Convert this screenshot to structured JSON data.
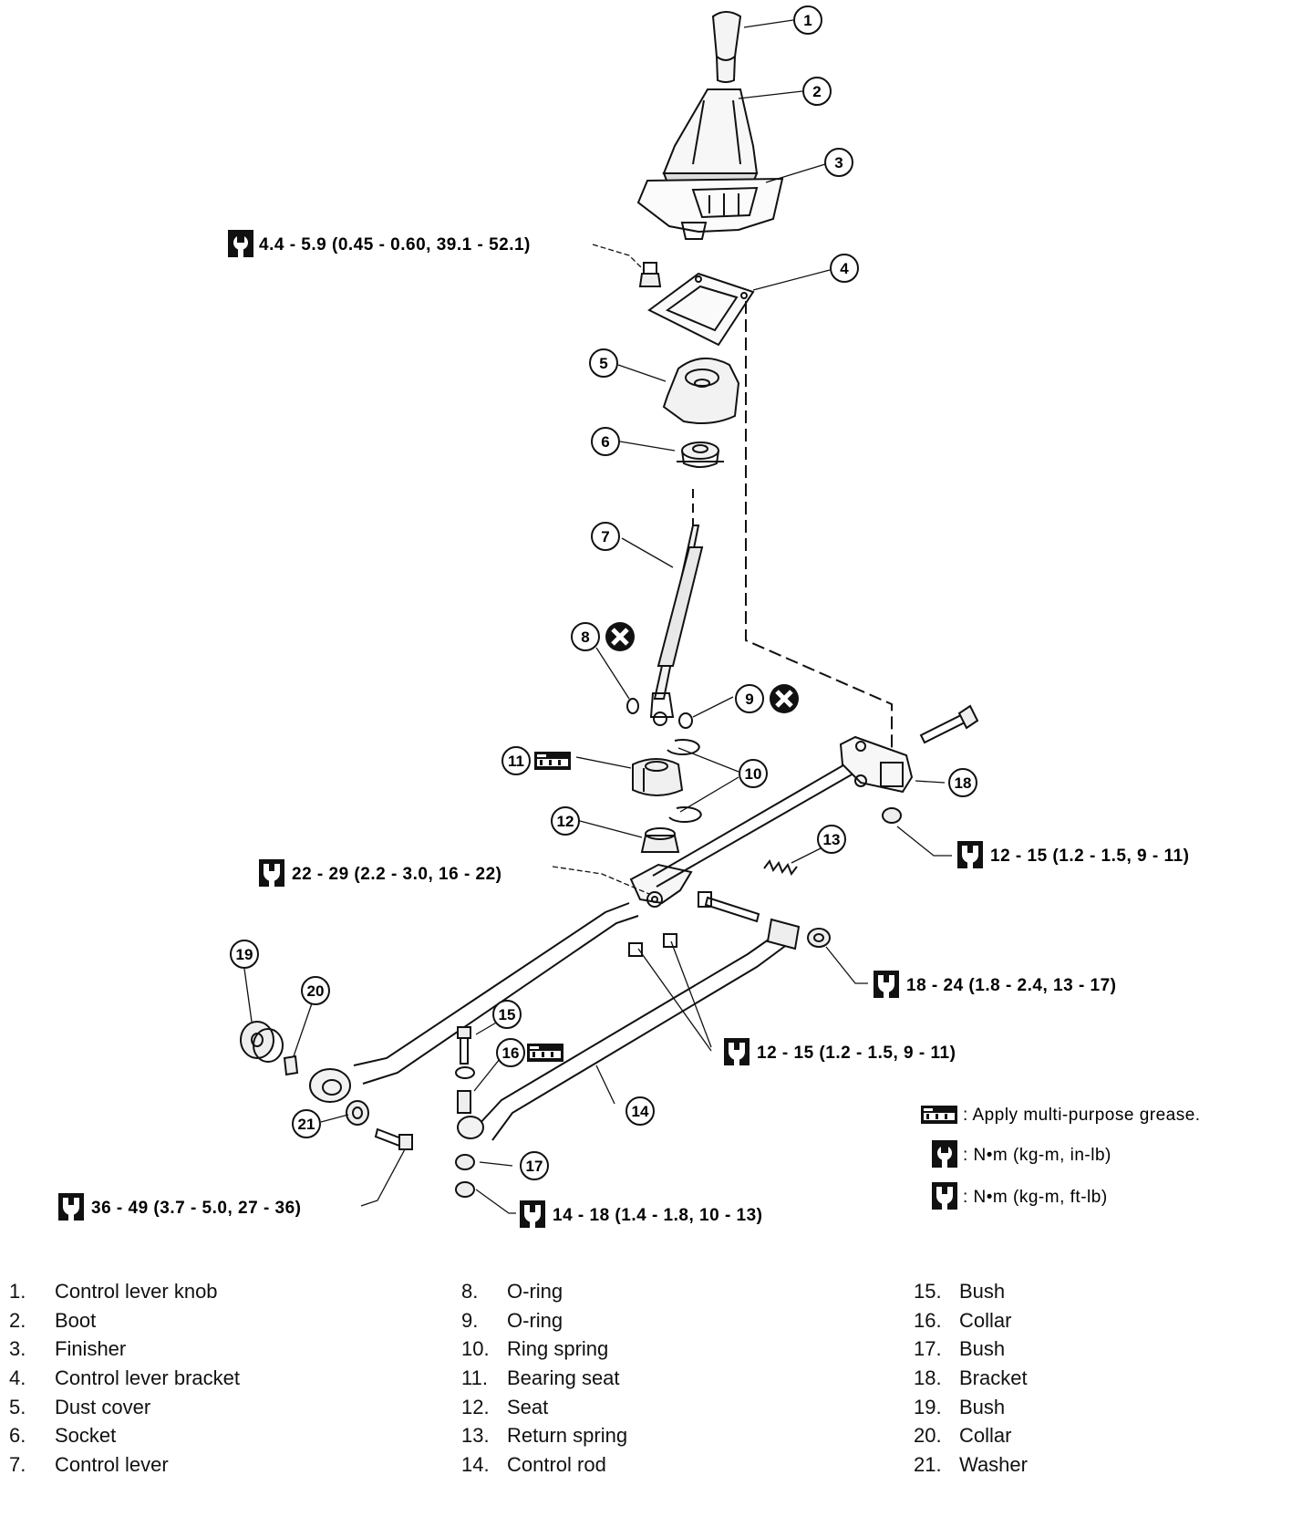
{
  "callouts": [
    "1",
    "2",
    "3",
    "4",
    "5",
    "6",
    "7",
    "8",
    "9",
    "10",
    "11",
    "12",
    "13",
    "14",
    "15",
    "16",
    "17",
    "18",
    "19",
    "20",
    "21"
  ],
  "torque_specs": {
    "t1": "4.4 - 5.9 (0.45 - 0.60, 39.1 - 52.1)",
    "t2": "22 - 29 (2.2 - 3.0, 16 - 22)",
    "t3": "12 - 15 (1.2 - 1.5, 9 - 11)",
    "t4": "18 - 24 (1.8 - 2.4, 13 - 17)",
    "t5": "12 - 15 (1.2 - 1.5, 9 - 11)",
    "t6": "36 - 49 (3.7 - 5.0, 27 - 36)",
    "t7": "14 - 18 (1.4 - 1.8, 10 - 13)"
  },
  "legend": {
    "grease": ": Apply multi-purpose grease.",
    "inlb": ":  N•m  (kg-m, in-lb)",
    "ftlb": ":  N•m  (kg-m, ft-lb)"
  },
  "parts": [
    [
      {
        "num": "1.",
        "label": "Control lever knob"
      },
      {
        "num": "2.",
        "label": "Boot"
      },
      {
        "num": "3.",
        "label": "Finisher"
      },
      {
        "num": "4.",
        "label": "Control lever bracket"
      },
      {
        "num": "5.",
        "label": "Dust cover"
      },
      {
        "num": "6.",
        "label": "Socket"
      },
      {
        "num": "7.",
        "label": "Control lever"
      }
    ],
    [
      {
        "num": "8.",
        "label": "O-ring"
      },
      {
        "num": "9.",
        "label": "O-ring"
      },
      {
        "num": "10.",
        "label": "Ring spring"
      },
      {
        "num": "11.",
        "label": "Bearing seat"
      },
      {
        "num": "12.",
        "label": "Seat"
      },
      {
        "num": "13.",
        "label": "Return spring"
      },
      {
        "num": "14.",
        "label": "Control rod"
      }
    ],
    [
      {
        "num": "15.",
        "label": "Bush"
      },
      {
        "num": "16.",
        "label": "Collar"
      },
      {
        "num": "17.",
        "label": "Bush"
      },
      {
        "num": "18.",
        "label": "Bracket"
      },
      {
        "num": "19.",
        "label": "Bush"
      },
      {
        "num": "20.",
        "label": "Collar"
      },
      {
        "num": "21.",
        "label": "Washer"
      }
    ]
  ]
}
